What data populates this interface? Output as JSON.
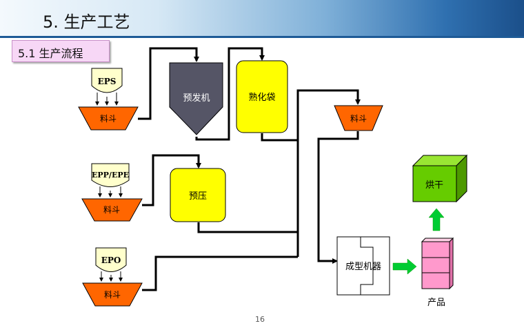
{
  "slide": {
    "title": "5. 生产工艺",
    "section": "5.1 生产流程",
    "page_number": "16"
  },
  "diagram": {
    "materials": [
      "EPS",
      "EPP/EPE",
      "EPO"
    ],
    "hopper_label": "料斗",
    "pre_expander": "预发机",
    "curing_bag": "熟化袋",
    "prepress": "预压",
    "molding_machine": "成型机器",
    "dryer": "烘干",
    "product": "产品"
  },
  "colors": {
    "hopper": "#ff6600",
    "material": "#ffffcc",
    "pre_expander": "#555566",
    "yellow_box": "#ffff00",
    "dryer": "#66cc00",
    "product": "#ff99cc",
    "arrow": "#00cc33"
  }
}
